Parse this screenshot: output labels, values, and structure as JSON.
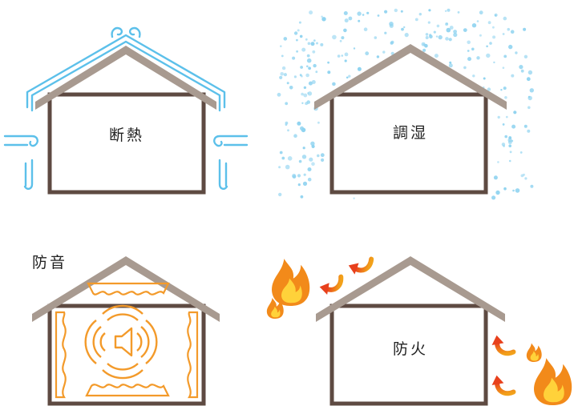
{
  "panels": {
    "insulation": {
      "label": "断熱"
    },
    "humidity": {
      "label": "調湿"
    },
    "soundproof": {
      "label": "防音"
    },
    "fireproof": {
      "label": "防火"
    }
  },
  "colors": {
    "roof": "#a89a90",
    "wall": "#5e4a42",
    "air": "#5cc0ea",
    "moisture": "#8fd3f0",
    "sound": "#f39a2a",
    "fire_outer": "#f28a1a",
    "fire_inner": "#ffd23a",
    "arrow_red": "#e8401c",
    "arrow_orange": "#f2a11a"
  },
  "icons": {
    "air_flow": "air-flow-icon",
    "moisture": "moisture-dot-icon",
    "speaker": "speaker-icon",
    "flame": "flame-icon",
    "arrow": "curved-arrow-icon"
  }
}
